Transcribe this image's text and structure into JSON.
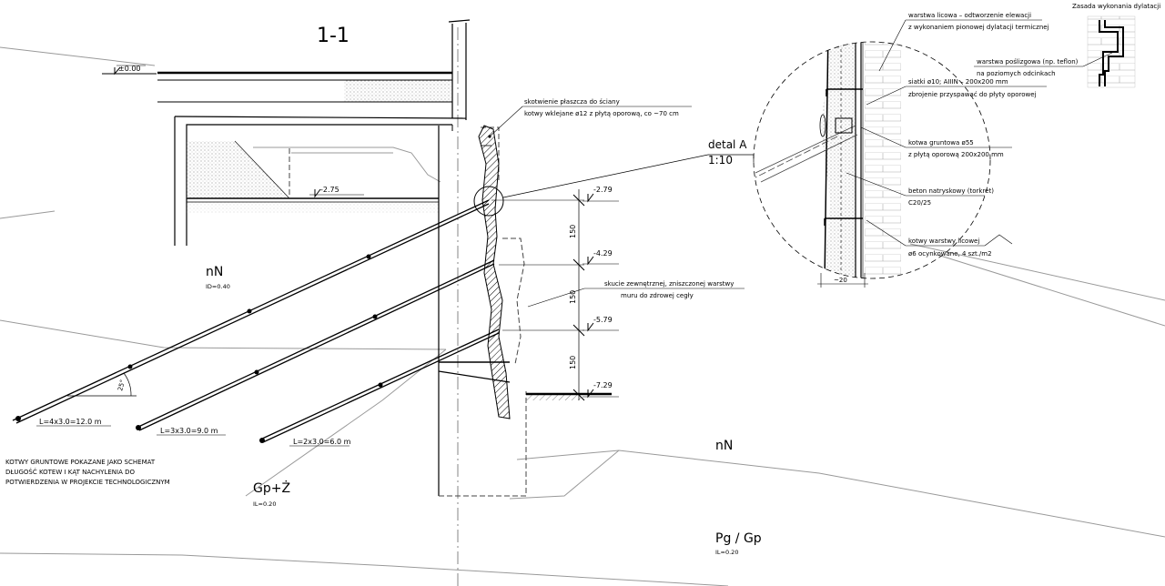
{
  "section_title": "1-1",
  "levels": {
    "zero": "±0.00",
    "l275": "-2.75",
    "l279": "-2.79",
    "l429": "-4.29",
    "l579": "-5.79",
    "l729": "-7.29"
  },
  "spacings": {
    "s1": "150",
    "s2": "150",
    "s3": "150"
  },
  "anchor_wall": {
    "line1": "skotwienie płaszcza do ściany",
    "line2": "kotwy wklejane ø12 z płytą oporową, co ~70 cm"
  },
  "detail_ref": {
    "name": "detal A",
    "scale": "1:10"
  },
  "skucie": {
    "line1": "skucie zewnętrznej, zniszczonej warstwy",
    "line2": "muru do zdrowej cegły"
  },
  "soils": {
    "nN_left": {
      "name": "nN",
      "id": "ID=0.40"
    },
    "nN_right": {
      "name": "nN"
    },
    "gp": {
      "name": "Gp+Ż",
      "il": "IL=0.20"
    },
    "pg": {
      "name": "Pg / Gp",
      "il": "IL=0.20"
    }
  },
  "anchors": {
    "a1": "L=4x3.0=12.0 m",
    "a2": "L=3x3.0=9.0 m",
    "a3": "L=2x3.0=6.0 m",
    "angle": "25°"
  },
  "note": {
    "line1": "KOTWY GRUNTOWE POKAZANE JAKO SCHEMAT",
    "line2": "DŁUGOŚĆ KOTEW I KĄT NACHYLENIA DO",
    "line3": "POTWIERDZENIA W PROJEKCIE TECHNOLOGICZNYM"
  },
  "detail_labels": {
    "licowa1": "warstwa licowa – odtworzenie elewacji",
    "licowa2": "z wykonaniem pionowej dylatacji termicznej",
    "siatki1": "siatki ø10; AIIIN – 200x200 mm",
    "siatki2": "zbrojenie przyspawać do płyty oporowej",
    "kotwa1": "kotwa gruntowa ø55",
    "kotwa2": "z płytą oporową 200x200 mm",
    "beton1": "beton natryskowy (torkret)",
    "beton2": "C20/25",
    "kotwy1": "kotwy warstwy licowej",
    "kotwy2": "ø6 ocynkowane, 4 szt./m2",
    "dim": "~20"
  },
  "dylatacja": {
    "title": "Zasada wykonania dylatacji",
    "line1": "warstwa poślizgowa (np. teflon)",
    "line2": "na poziomych odcinkach"
  }
}
